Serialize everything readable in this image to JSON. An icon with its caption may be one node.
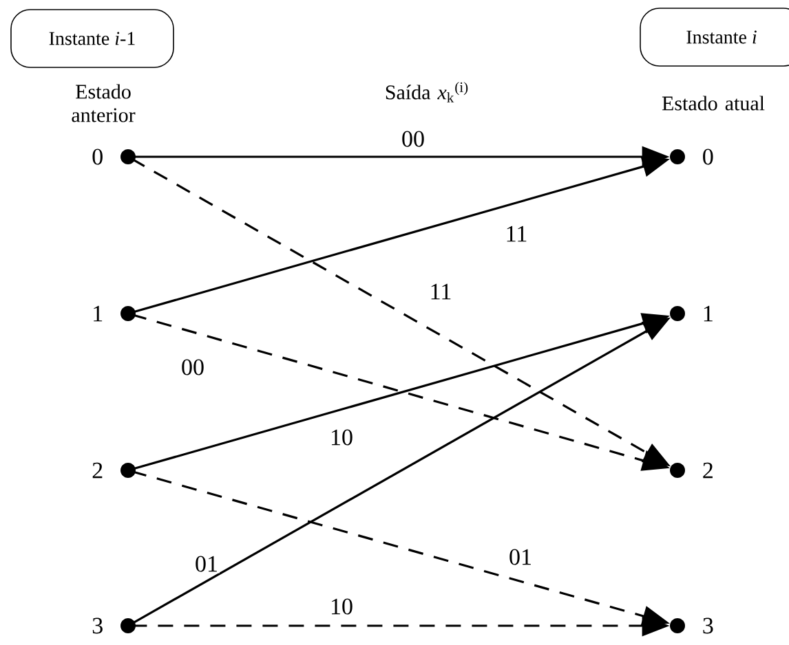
{
  "diagram": {
    "nodes": [
      {
        "text": [
          "Instante *i*-1"
        ]
      },
      {
        "text": [
          "Instante *i*"
        ]
      },
      {
        "text": [],
        "shape": "circle",
        "beside": [
          "0"
        ]
      },
      {
        "text": [],
        "shape": "circle",
        "beside": [
          "1"
        ]
      },
      {
        "text": [],
        "shape": "circle",
        "beside": [
          "2"
        ]
      },
      {
        "text": [],
        "shape": "circle",
        "beside": [
          "3"
        ]
      },
      {
        "text": [],
        "shape": "circle",
        "beside": [
          "0"
        ]
      },
      {
        "text": [],
        "shape": "circle",
        "beside": [
          "1"
        ]
      },
      {
        "text": [],
        "shape": "circle",
        "beside": [
          "2"
        ]
      },
      {
        "text": [],
        "shape": "circle",
        "beside": [
          "3"
        ]
      }
    ],
    "edges": [
      {
        "from": 2,
        "to": 6,
        "arrow": "to",
        "label": "00"
      },
      {
        "from": 2,
        "to": 8,
        "arrow": "to",
        "label": "11",
        "style": "dashed"
      },
      {
        "from": 3,
        "to": 6,
        "arrow": "to",
        "label": "11"
      },
      {
        "from": 3,
        "to": 8,
        "arrow": "to",
        "label": "00",
        "style": "dashed"
      },
      {
        "from": 4,
        "to": 7,
        "arrow": "to",
        "label": "10"
      },
      {
        "from": 4,
        "to": 9,
        "arrow": "to",
        "label": "01",
        "style": "dashed"
      },
      {
        "from": 5,
        "to": 7,
        "arrow": "to",
        "label": "01"
      },
      {
        "from": 5,
        "to": 9,
        "arrow": "to",
        "label": "10",
        "style": "dashed"
      }
    ],
    "labels": [
      "Estado anterior",
      "Saída *x*$_{k}$$^{(i)}$",
      "Estado atual"
    ]
  }
}
